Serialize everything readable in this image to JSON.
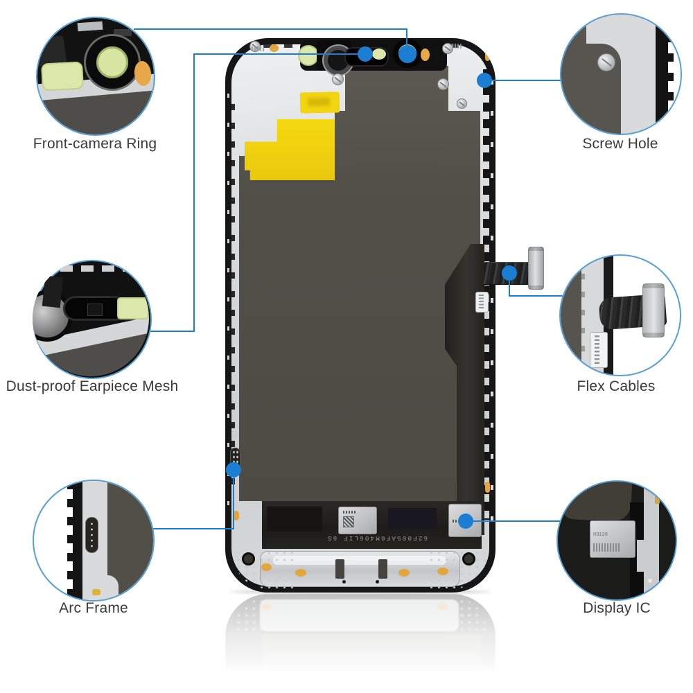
{
  "callouts": [
    {
      "id": "front-camera-ring",
      "label": "Front-camera Ring"
    },
    {
      "id": "screw-hole",
      "label": "Screw Hole"
    },
    {
      "id": "dust-proof-earpiece-mesh",
      "label": "Dust-proof Earpiece Mesh"
    },
    {
      "id": "flex-cables",
      "label": "Flex Cables"
    },
    {
      "id": "arc-frame",
      "label": "Arc Frame"
    },
    {
      "id": "display-ic",
      "label": "Display IC"
    }
  ],
  "markings": {
    "flex_code": "62F005AF6M406LIF 6S",
    "display_ic_code": "H3126"
  },
  "colors": {
    "callout_line_blue": "#1b7ed3",
    "circle_stroke_blue": "#56a0d6",
    "label_text": "#3a3a3a",
    "frame_black": "#161616",
    "plate_silver": "#d6d8da",
    "panel_dark": "#514f48",
    "sticker_yellow": "#f2d30e",
    "pad_orange": "#e2a63c",
    "pad_green": "#dbe7ab",
    "background": "#ffffff"
  }
}
